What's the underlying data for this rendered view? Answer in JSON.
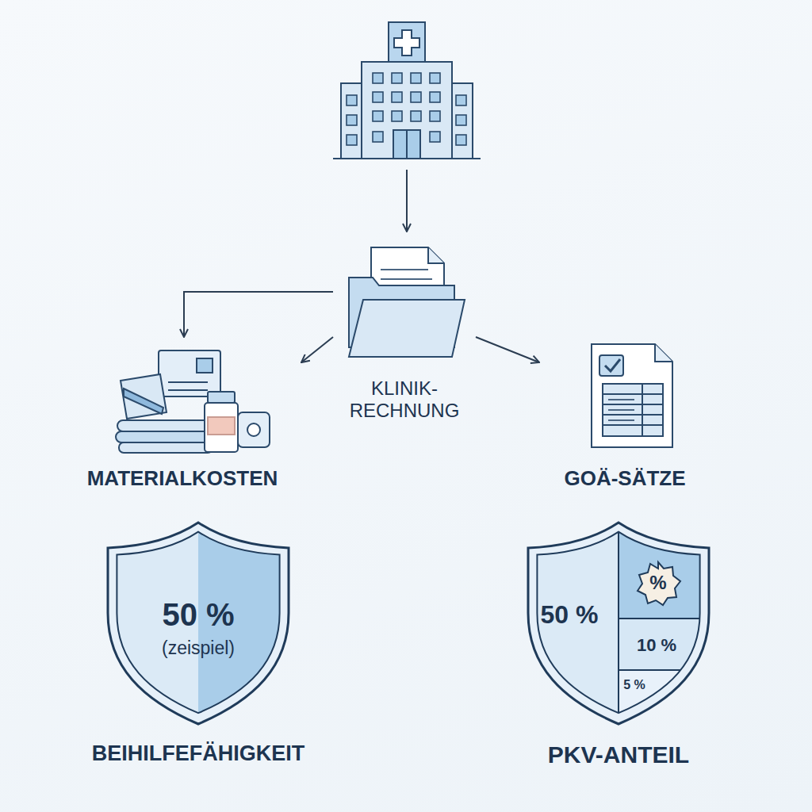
{
  "diagram": {
    "nodes": [
      {
        "text": [
          "KLINIK- RECHNUNG"
        ]
      },
      {
        "text": [
          "MATERIALKOSTEN"
        ]
      },
      {
        "text": [
          "GOÄ-SÄTZE"
        ]
      },
      {
        "text": [
          "50 %",
          "(zeispiel)",
          "BEIHILFEFÄHIGKEIT"
        ]
      },
      {
        "text": [
          "50 %",
          "%",
          "10 %",
          "5 %",
          "PKV-ANTEIL"
        ]
      }
    ],
    "edges": [
      {
        "from": 0,
        "to": 1,
        "arrow": "to"
      },
      {
        "from": 0,
        "to": 1,
        "arrow": "to"
      },
      {
        "from": 0,
        "to": 2,
        "arrow": "to"
      }
    ]
  }
}
